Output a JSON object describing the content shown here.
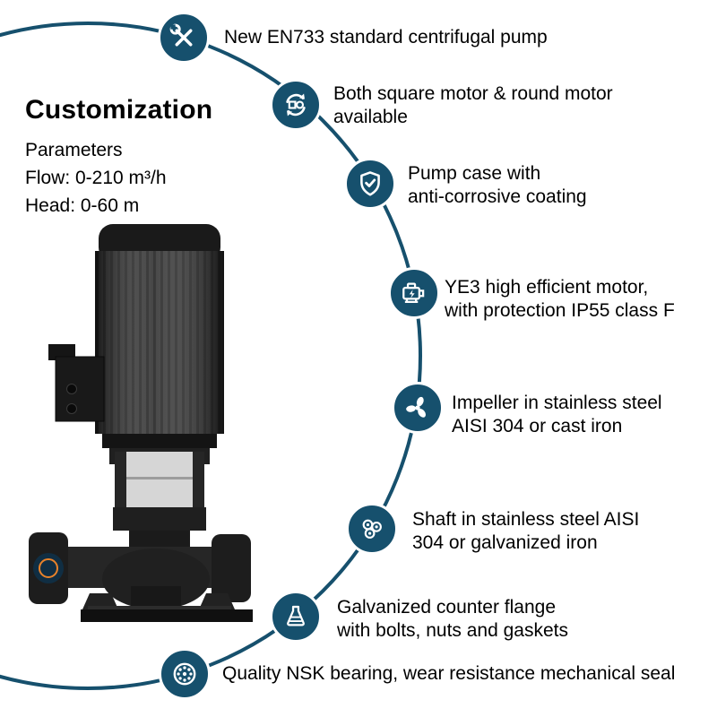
{
  "customization": {
    "title": "Customization",
    "subtitle": "Parameters",
    "flow": "Flow: 0-210 m³/h",
    "head": "Head: 0-60 m"
  },
  "features": [
    {
      "icon": "tools-icon",
      "line1": "New EN733 standard centrifugal pump",
      "line2": ""
    },
    {
      "icon": "motor-swap-icon",
      "line1": "Both square motor & round motor",
      "line2": "available"
    },
    {
      "icon": "shield-check-icon",
      "line1": "Pump case with",
      "line2": "anti-corrosive coating"
    },
    {
      "icon": "electric-motor-icon",
      "line1": "YE3 high efficient motor,",
      "line2": "with protection IP55 class F"
    },
    {
      "icon": "impeller-icon",
      "line1": "Impeller in stainless steel",
      "line2": "AISI 304 or cast iron"
    },
    {
      "icon": "shaft-icon",
      "line1": "Shaft in stainless steel AISI",
      "line2": "304 or galvanized iron"
    },
    {
      "icon": "flange-icon",
      "line1": "Galvanized counter flange",
      "line2": "with bolts, nuts and gaskets"
    },
    {
      "icon": "bearing-icon",
      "line1": "Quality NSK bearing, wear resistance mechanical seal",
      "line2": ""
    }
  ],
  "colors": {
    "badge": "#16506d",
    "arc": "#16506d",
    "ink": "#000000",
    "bg": "#ffffff",
    "accent": "#e8822a"
  }
}
